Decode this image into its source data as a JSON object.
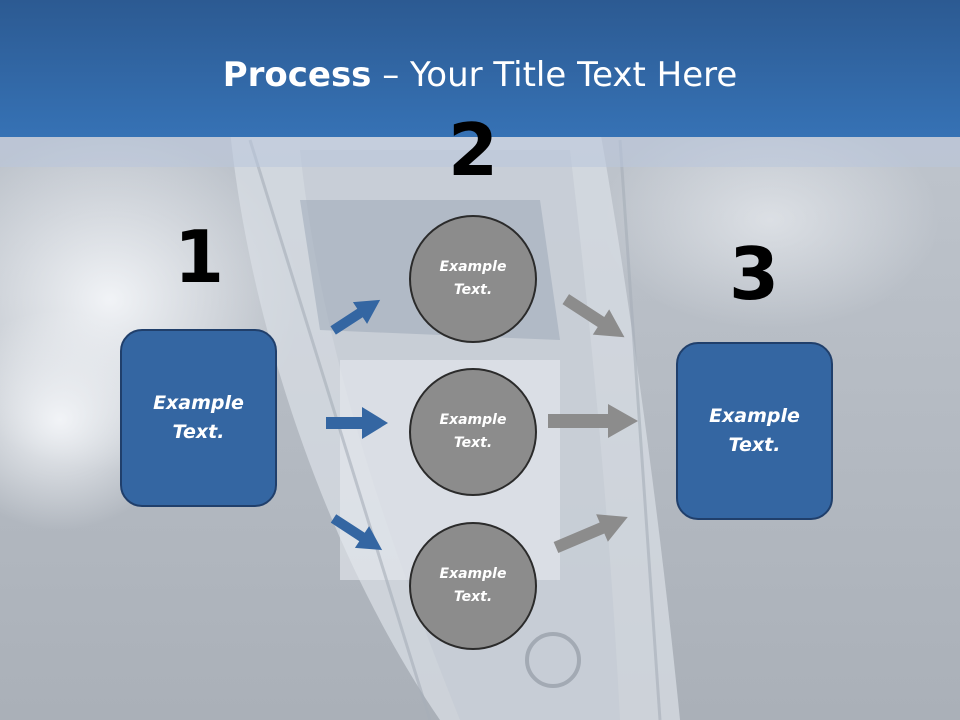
{
  "title": {
    "bold": "Process",
    "rest": " – Your Title Text Here"
  },
  "steps": [
    {
      "number": "1",
      "box_text": "Example Text."
    },
    {
      "number": "2",
      "circles": [
        "Example Text.",
        "Example Text.",
        "Example Text."
      ]
    },
    {
      "number": "3",
      "box_text": "Example Text."
    }
  ],
  "colors": {
    "header": "#3672b5",
    "box": "#3466a2",
    "circle": "#8c8c8c",
    "blue_arrow": "#3466a2",
    "gray_arrow": "#8c8c8c"
  }
}
